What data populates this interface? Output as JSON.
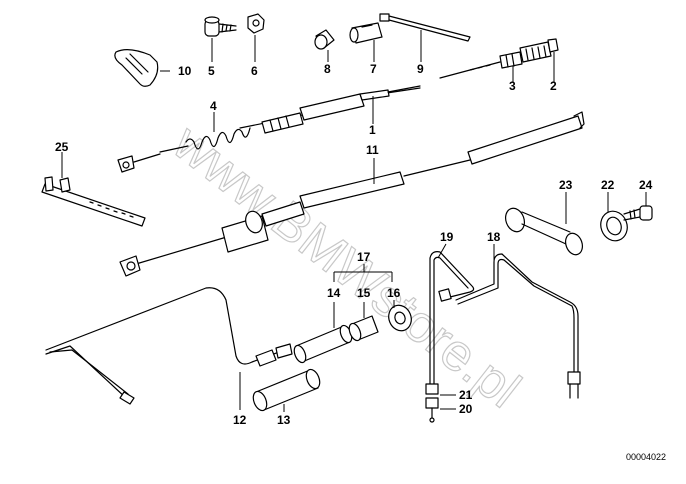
{
  "watermark": "www.BMWstore.pl",
  "reference_code": "00004022",
  "labels": {
    "1": "1",
    "2": "2",
    "3": "3",
    "4": "4",
    "5": "5",
    "6": "6",
    "7": "7",
    "8": "8",
    "9": "9",
    "10": "10",
    "11": "11",
    "12": "12",
    "13": "13",
    "14": "14",
    "15": "15",
    "16": "16",
    "17": "17",
    "18": "18",
    "19": "19",
    "20": "20",
    "21": "21",
    "22": "22",
    "23": "23",
    "24": "24",
    "25": "25"
  }
}
